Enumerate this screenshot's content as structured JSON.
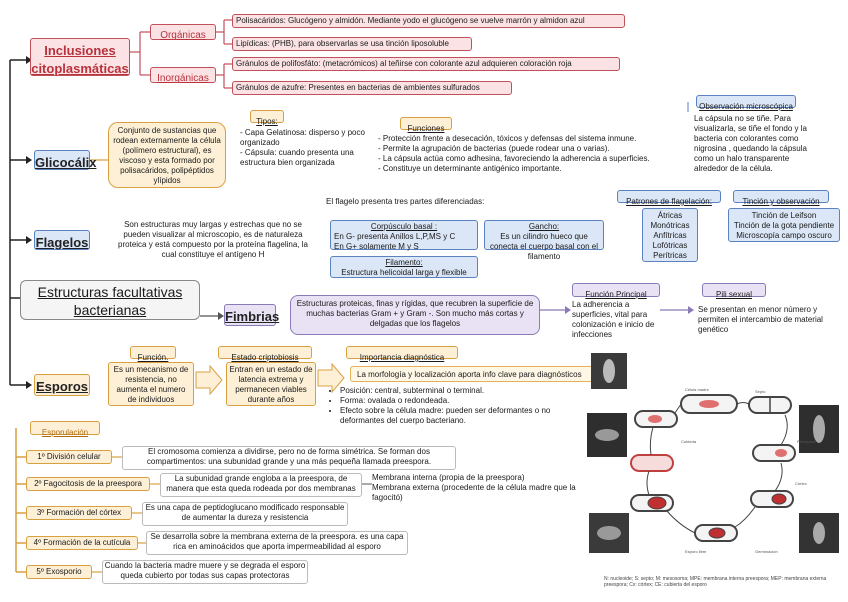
{
  "inclusiones": {
    "title": "Inclusiones citoplasmáticas",
    "organicas": "Orgánicas",
    "inorganicas": "Inorgánicas",
    "polisacaridos": "Polisacáridos: Glucógeno y almidón. Mediante yodo el glucógeno se vuelve marrón y almidon azul",
    "lipidicas": "Lipídicas: (PHB), para observarlas se usa tinción liposoluble",
    "polifosfato": "Gránulos de polifosfáto: (metacrómicos) al teñirse con colorante azul adquieren coloración roja",
    "azufre": "Gránulos de azufre: Presentes en bacterias de ambientes sulfurados"
  },
  "glicocalix": {
    "title": "Glicocálix",
    "desc": "Conjunto de sustancias que rodean externamente la célula (polímero estructural), es viscoso y esta formado por polisacáridos, polipéptidos ylípidos",
    "tipos_label": "Tipos:",
    "tipos_text": "- Capa Gelatinosa: disperso y poco organizado\n- Cápsula: cuando presenta una estructura bien organizada",
    "funciones_label": "Funciones",
    "funciones_text": "- Protección frente a desecación, tóxicos y defensas del sistema inmune.\n- Permite la agrupación de bacterias (puede rodear una o varias).\n- La cápsula actúa como adhesina, favoreciendo la adherencia a superficies.\n- Constituye un determinante antigénico importante.",
    "obs_label": "Observación microscópica",
    "obs_text": "La cápsula no se tiñe. Para visualizarla, se tiñe el fondo y la bacteria con colorantes como nigrosina , quedando la cápsula como un halo transparente alrededor de la célula."
  },
  "flagelos": {
    "title": "Flagelos",
    "desc": "Son estructuras muy largas y estrechas que no se pueden visualizar al microscopio, es de naturaleza proteica y está compuesto por la proteína flagelina, la cual constituye el antígeno H",
    "partes": "El flagelo presenta tres partes diferenciadas:",
    "corpusculo_label": "Corpúsculo basal :",
    "corpusculo_text": "En G- presenta Anillos L,P,MS y C\nEn G+ solamente M y S",
    "gancho_label": "Gancho:",
    "gancho_text": "Es un cilindro hueco que conecta el cuerpo basal con el filamento",
    "filamento_label": "Filamento:",
    "filamento_text": "Estructura helicoidal larga y flexible",
    "patrones_label": "Patrones de flagelación:",
    "patrones_text": "Átricas\nMonótricas\nAnfítricas\nLofótricas\nPerítricas",
    "tincion_label": "Tinción y observación",
    "tincion_text": "Tinción de Leifson\nTinción de la gota pendiente\nMicroscopía campo oscuro"
  },
  "estructuras": {
    "title": "Estructuras facultativas bacterianas"
  },
  "fimbrias": {
    "title": "Fimbrias",
    "desc": "Estructuras proteicas, finas y rígidas, que recubren la superficie de muchas bacterias Gram + y Gram -. Son mucho más cortas y delgadas que los flagelos",
    "funcion_label": "Función Principal",
    "funcion_text": "La adherencia a superficies, vital para colonización e inicio de infecciones",
    "pili_label": "Pili sexual",
    "pili_text": "Se presentan en menor número y permiten el intercambio de material genético"
  },
  "esporos": {
    "title": "Esporos",
    "funcion_label": "Función.",
    "funcion_text": "Es un mecanismo de resistencia, no aumenta el numero de individuos",
    "cripto_label": "Estado criptobiosis",
    "cripto_text": "Entran en un estado de latencia extrema y permanecen viables durante años",
    "importancia_label": "Importancia diagnóstica",
    "importancia_text": "La morfología y localización aporta info clave para diagnósticos",
    "bullets": [
      "Posición: central, subterminal o terminal.",
      "Forma: ovalada o redondeada.",
      "Efecto sobre la célula madre: pueden ser deformantes o no deformantes del cuerpo bacteriano."
    ]
  },
  "esporulacion": {
    "title": "Esporulación",
    "steps": [
      {
        "label": "1º División celular",
        "text": "El cromosoma comienza a dividirse, pero no de forma simétrica. Se forman dos compartimentos: una subunidad grande y una más pequeña llamada preespora."
      },
      {
        "label": "2º Fagocitosis de la preespora",
        "text": "La subunidad grande engloba a la preespora, de manera que esta queda rodeada por dos membranas",
        "extra": "Membrana interna (propia de la preespora)\nMembrana externa (procedente de la célula madre que la fagocitó)"
      },
      {
        "label": "3º Formación del córtex",
        "text": "Es una capa de peptidoglucano modificado responsable de aumentar la dureza y resistencia"
      },
      {
        "label": "4º Formación de la cutícula",
        "text": "Se desarrolla sobre la membrana externa de la preespora. es una capa rica en aminoácidos que aporta impermeabilidad al esporo"
      },
      {
        "label": "5º Exosporio",
        "text": "Cuando la bacteria madre muere y se degrada el esporo queda cubierto por todas sus capas protectoras"
      }
    ]
  },
  "figure": {
    "caption": "N: nucleoide; S: septo; M: mesosoma; MPE: membrana interna preespora; MEP: membrana externa preespora; Cx: córtex; CE: cubierta del esporo",
    "labels": [
      "Célula madre",
      "Esporo libre",
      "Germinación",
      "Septo",
      "Preespora",
      "Córtex",
      "Cubierta"
    ]
  },
  "colors": {
    "red": "#c0505a",
    "lavender": "#8a7bb8",
    "blue": "#5b82c0",
    "orange": "#d9a040"
  }
}
